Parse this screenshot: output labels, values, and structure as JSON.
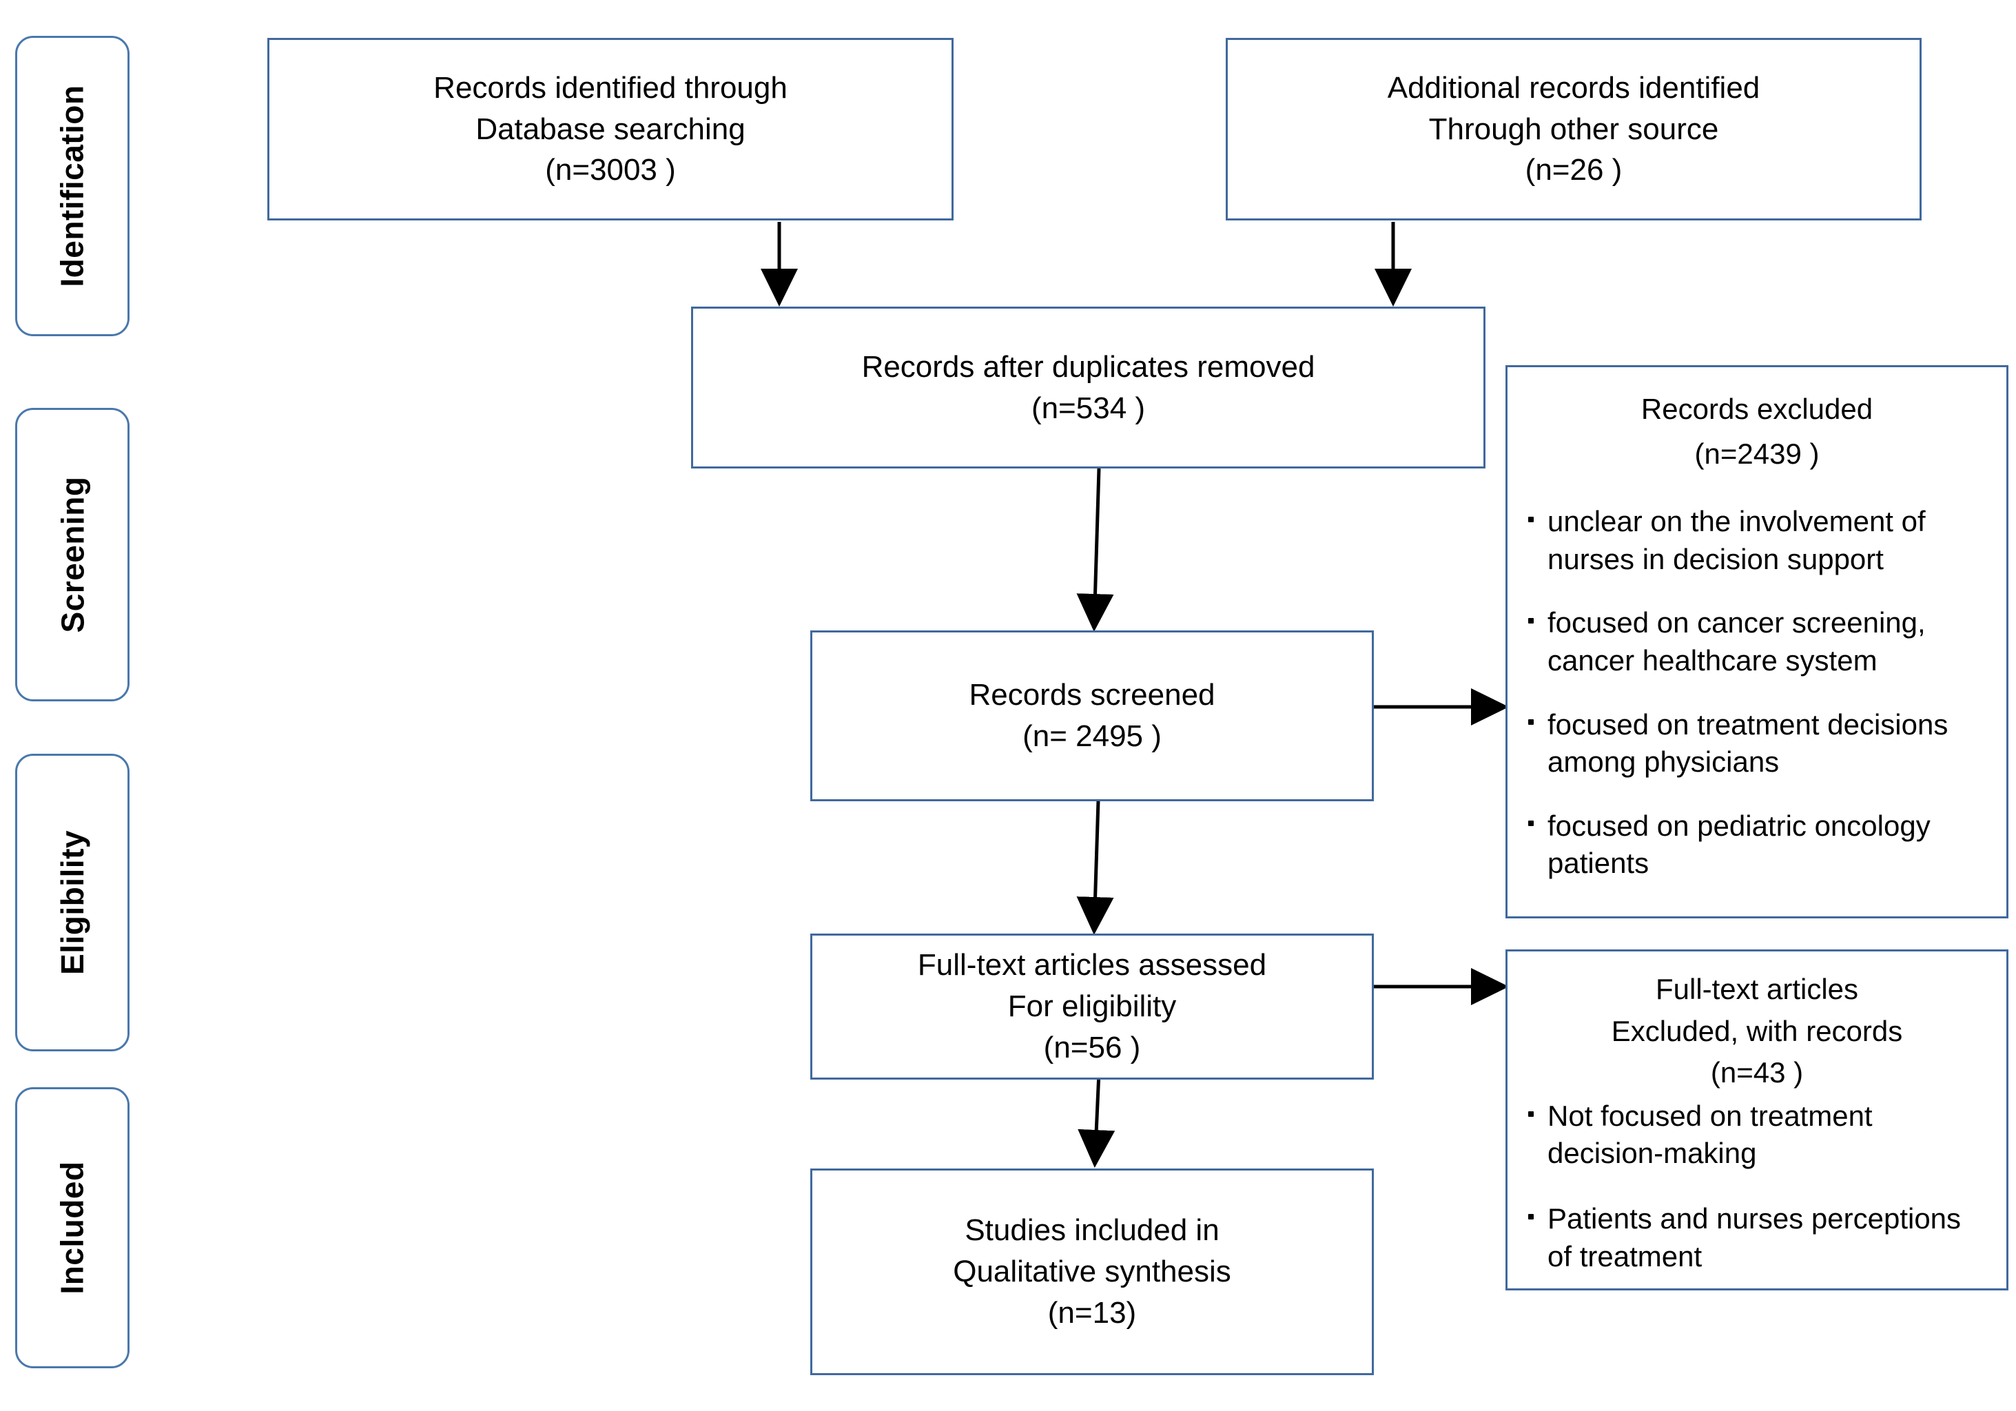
{
  "phases": [
    {
      "label": "Identification"
    },
    {
      "label": "Screening"
    },
    {
      "label": "Eligibility"
    },
    {
      "label": "Included"
    }
  ],
  "boxes": {
    "db_search": {
      "line1": "Records identified through",
      "line2": "Database searching",
      "line3": "(n=3003 )"
    },
    "other_source": {
      "line1": "Additional records identified",
      "line2": "Through other source",
      "line3": "(n=26 )"
    },
    "duplicates_removed": {
      "line1": "Records after duplicates removed",
      "line2": "(n=534 )"
    },
    "records_screened": {
      "line1": "Records screened",
      "line2": "(n= 2495 )"
    },
    "fulltext_assessed": {
      "line1": "Full-text articles assessed",
      "line2": "For eligibility",
      "line3": "(n=56 )"
    },
    "studies_included": {
      "line1": "Studies included in",
      "line2": "Qualitative synthesis",
      "line3": "(n=13)"
    }
  },
  "side_boxes": {
    "records_excluded": {
      "title": "Records excluded",
      "count": "(n=2439 )",
      "reasons": [
        "unclear on the involvement of nurses in decision support",
        "focused on cancer screening, cancer healthcare system",
        "focused on treatment decisions among physicians",
        "focused on pediatric oncology patients"
      ]
    },
    "fulltext_excluded": {
      "title_line1": "Full-text articles",
      "title_line2": "Excluded, with records",
      "count": "(n=43 )",
      "reasons": [
        "Not focused on treatment decision-making",
        "Patients and nurses perceptions of treatment"
      ]
    }
  },
  "colors": {
    "box_border": "#41699e",
    "phase_border": "#4a78ab",
    "arrow": "#000000",
    "background": "#ffffff"
  }
}
